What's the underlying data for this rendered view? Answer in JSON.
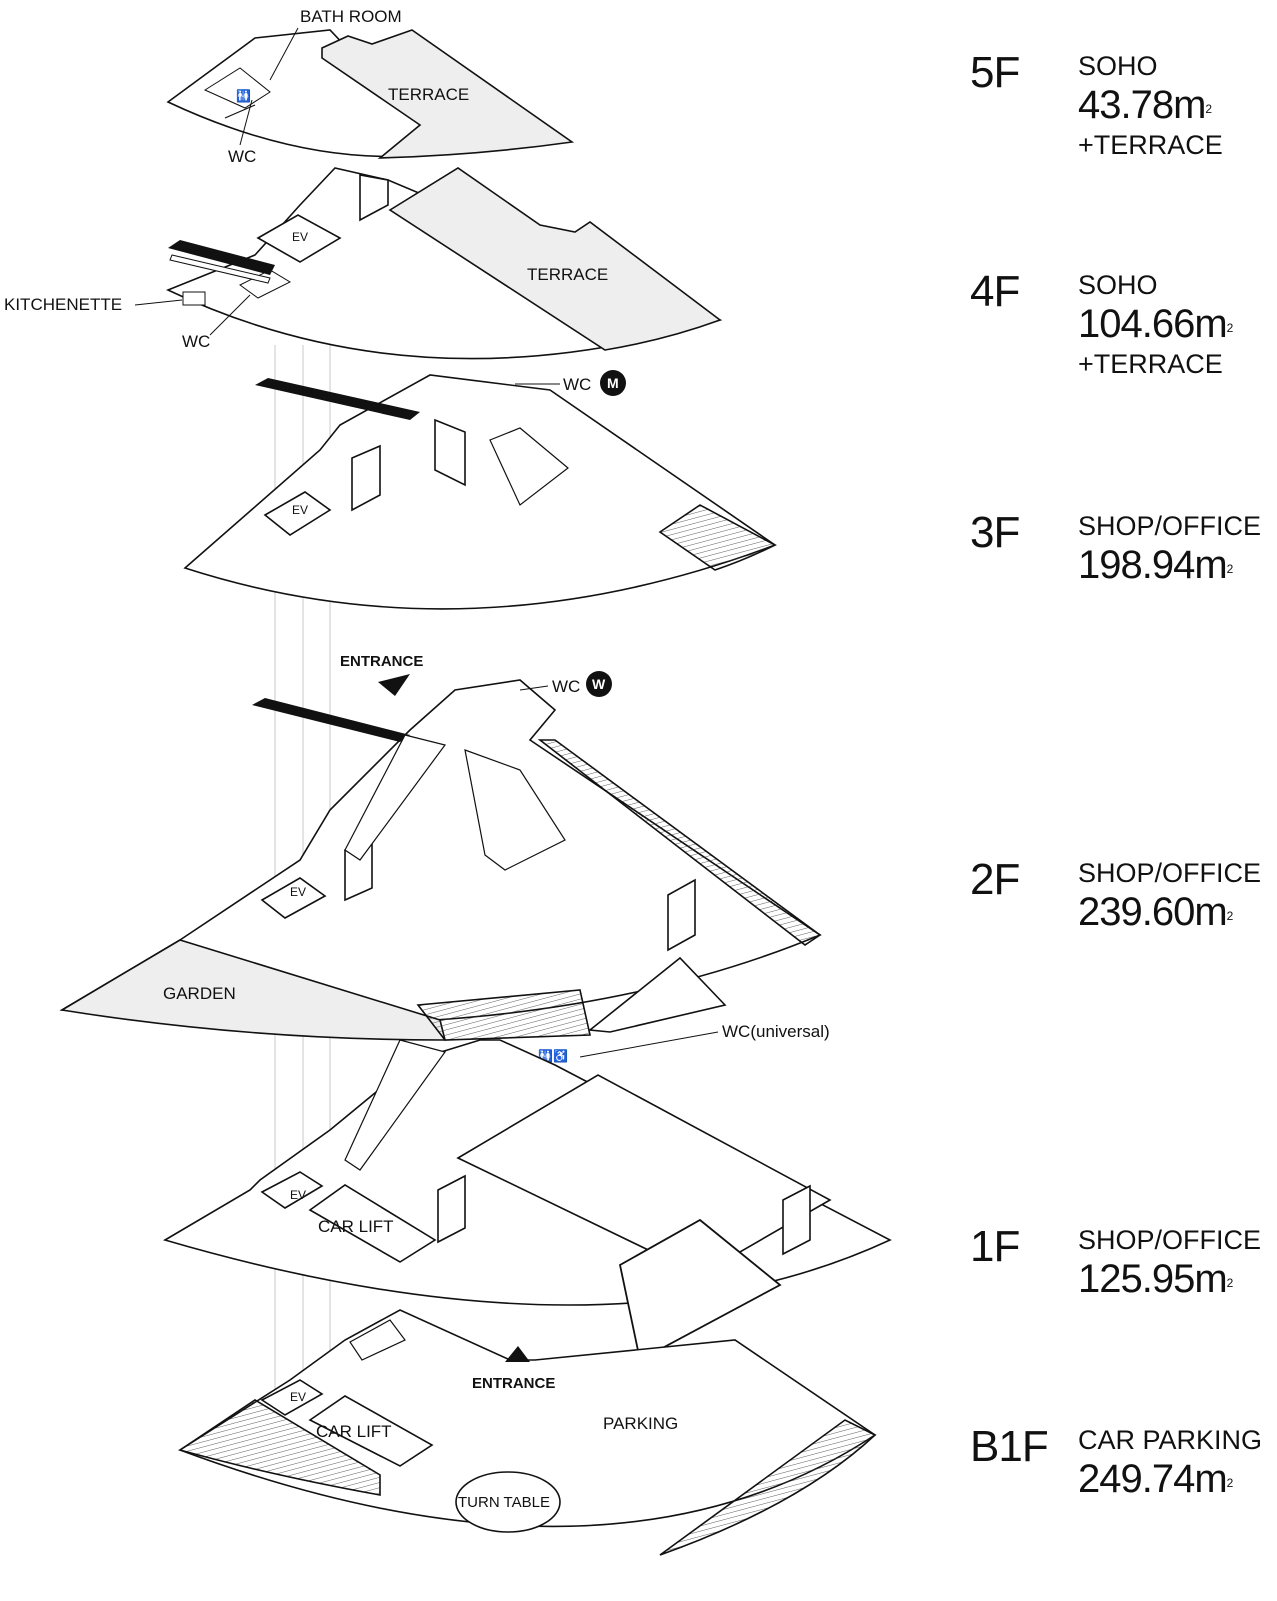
{
  "labels": {
    "bath_room": "BATH ROOM",
    "terrace_5f": "TERRACE",
    "wc_5f": "WC",
    "ev_4f": "EV",
    "terrace_4f": "TERRACE",
    "kitchenette": "KITCHENETTE",
    "wc_4f": "WC",
    "wc_3f": "WC",
    "wc_3f_badge": "M",
    "ev_3f": "EV",
    "entrance_2f": "ENTRANCE",
    "wc_2f": "WC",
    "wc_2f_badge": "W",
    "ev_2f": "EV",
    "garden": "GARDEN",
    "wc_universal": "WC(universal)",
    "ev_1f": "EV",
    "car_lift_1f": "CAR LIFT",
    "entrance_b1f": "ENTRANCE",
    "ev_b1f": "EV",
    "car_lift_b1f": "CAR LIFT",
    "parking": "PARKING",
    "turn_table": "TURN TABLE"
  },
  "floors": [
    {
      "level": "5F",
      "use": "SOHO",
      "area": "43.78m",
      "extra": "+TERRACE"
    },
    {
      "level": "4F",
      "use": "SOHO",
      "area": "104.66m",
      "extra": "+TERRACE"
    },
    {
      "level": "3F",
      "use": "SHOP/OFFICE",
      "area": "198.94m",
      "extra": ""
    },
    {
      "level": "2F",
      "use": "SHOP/OFFICE",
      "area": "239.60m",
      "extra": ""
    },
    {
      "level": "1F",
      "use": "SHOP/OFFICE",
      "area": "125.95m",
      "extra": ""
    },
    {
      "level": "B1F",
      "use": "CAR PARKING",
      "area": "249.74m",
      "extra": ""
    }
  ],
  "area_unit_superscript": "2"
}
